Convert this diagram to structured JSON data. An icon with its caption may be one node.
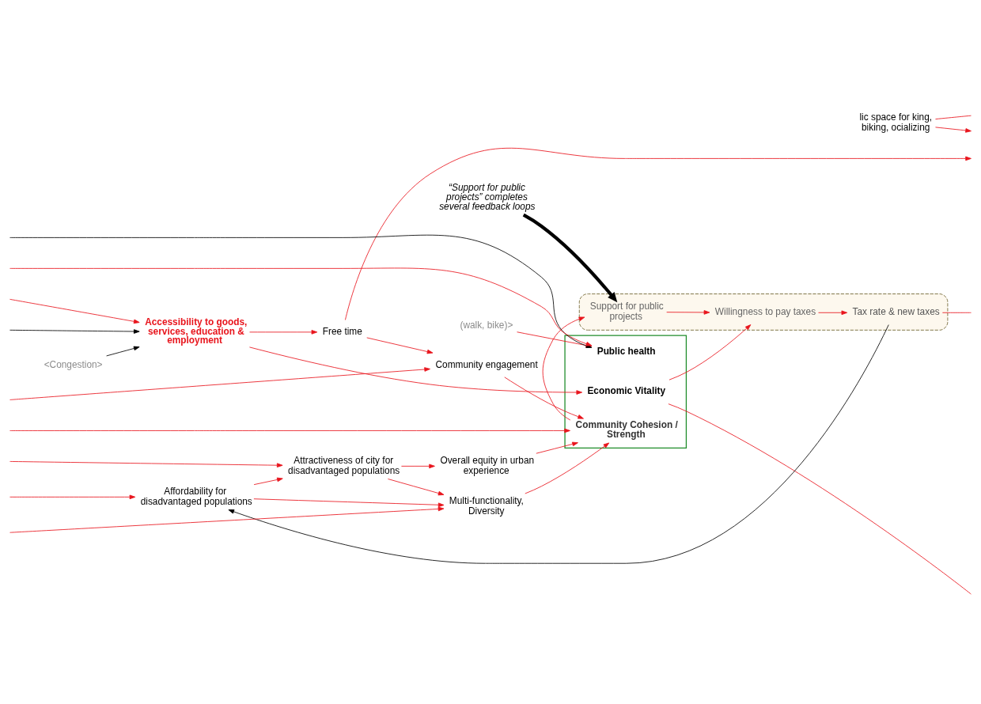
{
  "diagram": {
    "nodes": [
      {
        "text": [
          "Community engagement"
        ]
      },
      {
        "text": [
          "(walk, bike)>"
        ]
      },
      {
        "text": [],
        "shape": "box"
      },
      {
        "text": [
          "Public health"
        ],
        "in": 2
      },
      {
        "text": [
          "lic space for king, biking, ocializing"
        ]
      },
      {
        "text": [
          "Overall equity in urban experience"
        ]
      },
      {
        "text": [
          "Attractiveness of city for disadvantaged populations"
        ]
      },
      {
        "text": [
          "Multi-functionality, Diversity"
        ]
      },
      {
        "text": [
          "Community Cohesion / Strength"
        ],
        "in": 2
      },
      {
        "text": [],
        "shape": "band"
      },
      {
        "text": [
          "Support for public projects"
        ],
        "in": 9
      },
      {
        "text": [
          "“Support for public projects” completes several feedback loops"
        ]
      },
      {
        "text": [
          "Affordability for disadvantaged populations"
        ]
      },
      {
        "text": [
          "Willingness to pay taxes"
        ],
        "in": 9
      },
      {
        "text": [
          "Economic Vitality"
        ],
        "in": 2
      },
      {
        "text": [
          "Tax rate & new taxes"
        ],
        "in": 9
      },
      {
        "text": [
          "Free time"
        ]
      },
      {
        "text": [
          "<Congestion>"
        ]
      },
      {
        "text": [
          "Accessibility to goods, services, education & employment"
        ]
      }
    ],
    "edges": [
      {
        "from": null,
        "to": 0,
        "arrow": "to"
      },
      {
        "from": 1,
        "to": 3,
        "arrow": "to"
      },
      {
        "from": null,
        "to": 3,
        "arrow": "to",
        "color": "#000000"
      },
      {
        "from": null,
        "to": 3,
        "arrow": "to"
      },
      {
        "from": 0,
        "to": 8,
        "arrow": "to"
      },
      {
        "from": null,
        "to": 8,
        "arrow": "to"
      },
      {
        "from": 5,
        "to": 8,
        "arrow": "to"
      },
      {
        "from": null,
        "to": 7,
        "arrow": "to"
      },
      {
        "from": 6,
        "to": 5,
        "arrow": "to"
      },
      {
        "from": 6,
        "to": 7,
        "arrow": "to"
      },
      {
        "from": 4,
        "to": null,
        "arrow": "none"
      },
      {
        "from": 16,
        "to": null,
        "arrow": "to"
      },
      {
        "from": 4,
        "to": null,
        "arrow": "to"
      },
      {
        "from": null,
        "to": 6,
        "arrow": "to"
      },
      {
        "from": 12,
        "to": 6,
        "arrow": "to"
      },
      {
        "from": 12,
        "to": 7,
        "arrow": "to"
      },
      {
        "from": 16,
        "to": 0,
        "arrow": "to"
      },
      {
        "from": 7,
        "to": 8,
        "arrow": "to"
      },
      {
        "from": 8,
        "to": 10,
        "arrow": "to"
      },
      {
        "from": 10,
        "to": 13,
        "arrow": "to"
      },
      {
        "from": 13,
        "to": 15,
        "arrow": "to"
      },
      {
        "from": 14,
        "to": 13,
        "arrow": "to"
      },
      {
        "from": 15,
        "to": 12,
        "arrow": "to",
        "color": "#000000"
      },
      {
        "from": 15,
        "to": null,
        "arrow": "none"
      },
      {
        "from": 14,
        "to": null,
        "arrow": "none"
      },
      {
        "from": null,
        "to": 18,
        "arrow": "to"
      },
      {
        "from": 18,
        "to": 16,
        "arrow": "to"
      },
      {
        "from": 18,
        "to": 14,
        "arrow": "to"
      },
      {
        "from": 17,
        "to": 18,
        "arrow": "to",
        "color": "#000000"
      },
      {
        "from": null,
        "to": 18,
        "arrow": "to",
        "color": "#000000"
      },
      {
        "from": 11,
        "to": 10,
        "arrow": "to",
        "style": "thick",
        "color": "#000000"
      },
      {
        "from": null,
        "to": 12,
        "arrow": "to"
      }
    ]
  }
}
